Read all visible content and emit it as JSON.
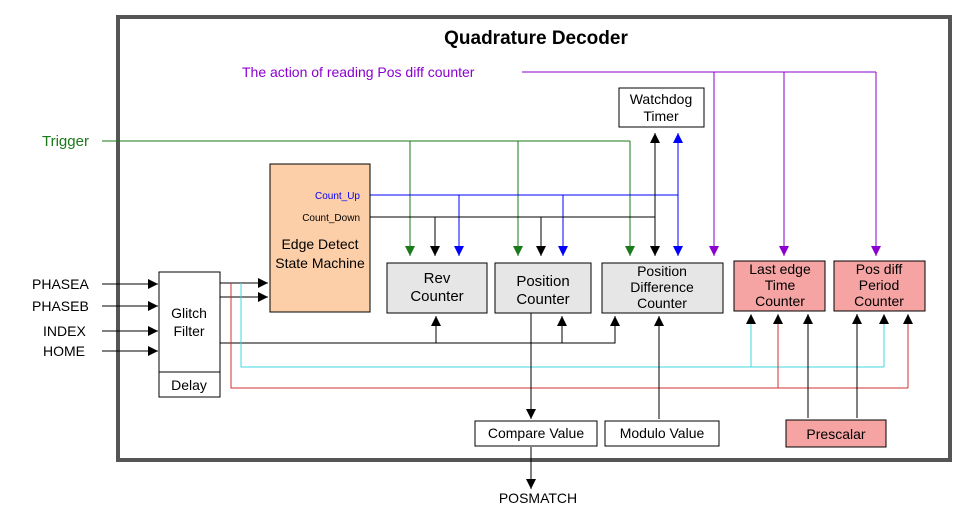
{
  "title": "Quadrature Decoder",
  "colors": {
    "frame": "#555555",
    "black": "#000000",
    "purple": "#8b00d0",
    "green": "#1a7a1a",
    "blue": "#0000ff",
    "cyan": "#3fd8e0",
    "red": "#d03030",
    "grey_block": "#e6e6e6",
    "orange_block": "#fdcfa8",
    "pink_block": "#f5a3a3"
  },
  "labels": {
    "pos_diff_read": "The action of reading Pos diff counter",
    "trigger": "Trigger",
    "count_up": "Count_Up",
    "count_down": "Count_Down",
    "posmatch": "POSMATCH"
  },
  "inputs": [
    "PHASEA",
    "PHASEB",
    "INDEX",
    "HOME"
  ],
  "blocks": {
    "glitch_filter": [
      "Glitch",
      "Filter"
    ],
    "delay": "Delay",
    "edge_detect": [
      "Edge Detect",
      "State Machine"
    ],
    "rev_counter": [
      "Rev",
      "Counter"
    ],
    "position_counter": [
      "Position",
      "Counter"
    ],
    "position_difference_counter": [
      "Position",
      "Difference",
      "Counter"
    ],
    "watchdog_timer": [
      "Watchdog",
      "Timer"
    ],
    "last_edge_time_counter": [
      "Last edge",
      "Time",
      "Counter"
    ],
    "pos_diff_period_counter": [
      "Pos diff",
      "Period",
      "Counter"
    ],
    "compare_value": "Compare Value",
    "modulo_value": "Modulo Value",
    "prescalar": "Prescalar"
  }
}
